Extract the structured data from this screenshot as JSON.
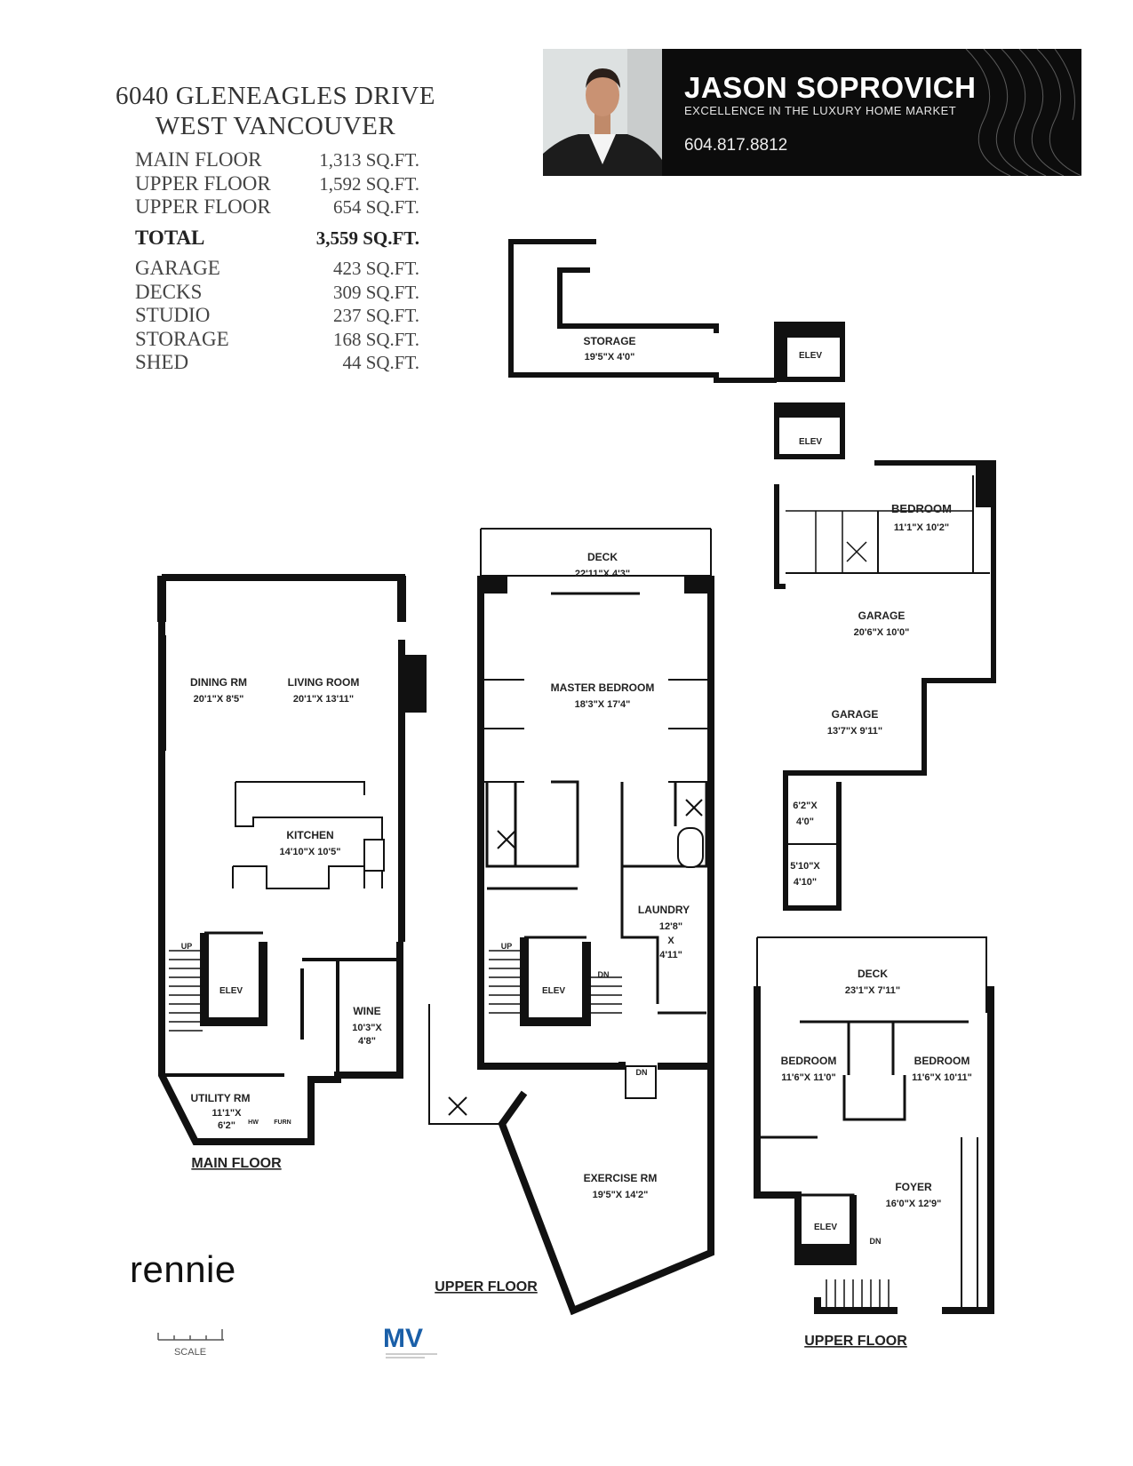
{
  "header": {
    "address_line1": "6040 GLENEAGLES DRIVE",
    "address_line2": "WEST VANCOUVER"
  },
  "areas": [
    {
      "label": "MAIN FLOOR",
      "value": "1,313 SQ.FT."
    },
    {
      "label": "UPPER FLOOR",
      "value": "1,592 SQ.FT."
    },
    {
      "label": "UPPER FLOOR",
      "value": "654 SQ.FT."
    }
  ],
  "total": {
    "label": "TOTAL",
    "value": "3,559 SQ.FT."
  },
  "extras": [
    {
      "label": "GARAGE",
      "value": "423 SQ.FT."
    },
    {
      "label": "DECKS",
      "value": "309 SQ.FT."
    },
    {
      "label": "STUDIO",
      "value": "237 SQ.FT."
    },
    {
      "label": "STORAGE",
      "value": "168 SQ.FT."
    },
    {
      "label": "SHED",
      "value": "44 SQ.FT."
    }
  ],
  "agent": {
    "name": "JASON SOPROVICH",
    "tagline": "EXCELLENCE IN THE LUXURY HOME MARKET",
    "phone": "604.817.8812"
  },
  "brand": "rennie",
  "scale_label": "SCALE",
  "logo_text": "MV",
  "floor_titles": {
    "main": "MAIN FLOOR",
    "upper_center": "UPPER FLOOR",
    "upper_right": "UPPER FLOOR"
  },
  "rooms": {
    "storage": {
      "name": "STORAGE",
      "dims": "19'5\"X 4'0\""
    },
    "elev": "ELEV",
    "bedroom_garage": {
      "name": "BEDROOM",
      "dims": "11'1\"X 10'2\""
    },
    "garage1": {
      "name": "GARAGE",
      "dims": "20'6\"X 10'0\""
    },
    "garage2": {
      "name": "GARAGE",
      "dims": "13'7\"X 9'11\""
    },
    "small1": {
      "dims1": "6'2\"X",
      "dims2": "4'0\""
    },
    "small2": {
      "dims1": "5'10\"X",
      "dims2": "4'10\""
    },
    "dining": {
      "name": "DINING RM",
      "dims": "20'1\"X 8'5\""
    },
    "living": {
      "name": "LIVING ROOM",
      "dims": "20'1\"X 13'11\""
    },
    "kitchen": {
      "name": "KITCHEN",
      "dims": "14'10\"X 10'5\""
    },
    "wine": {
      "name": "WINE",
      "dims1": "10'3\"X",
      "dims2": "4'8\""
    },
    "utility": {
      "name": "UTILITY RM",
      "dims1": "11'1\"X",
      "dims2": "6'2\"",
      "hw": "HW",
      "furn": "FURN"
    },
    "deck_master": {
      "name": "DECK",
      "dims": "22'11\"X 4'3\""
    },
    "master": {
      "name": "MASTER BEDROOM",
      "dims": "18'3\"X 17'4\""
    },
    "laundry": {
      "name": "LAUNDRY",
      "dims1": "12'8\"",
      "dims2": "X",
      "dims3": "4'11\""
    },
    "exercise": {
      "name": "EXERCISE RM",
      "dims": "19'5\"X 14'2\""
    },
    "deck_right": {
      "name": "DECK",
      "dims": "23'1\"X 7'11\""
    },
    "bedroom_left": {
      "name": "BEDROOM",
      "dims": "11'6\"X 11'0\""
    },
    "bedroom_right": {
      "name": "BEDROOM",
      "dims": "11'6\"X 10'11\""
    },
    "foyer": {
      "name": "FOYER",
      "dims": "16'0\"X 12'9\""
    },
    "up": "UP",
    "dn": "DN"
  }
}
